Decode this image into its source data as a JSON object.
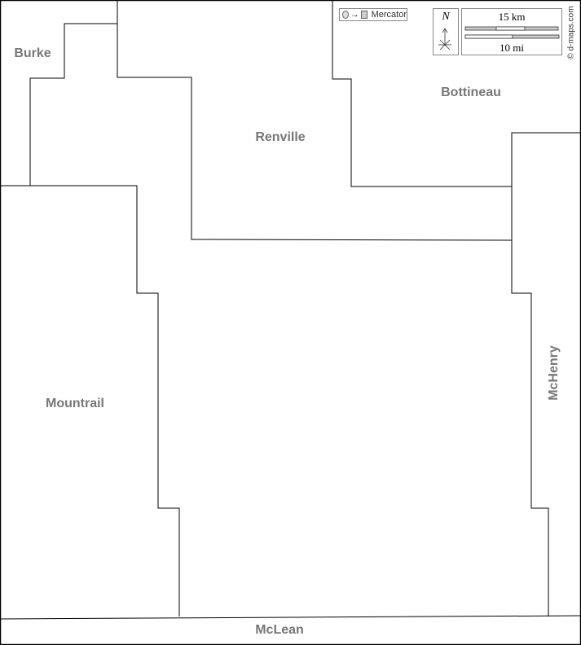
{
  "map": {
    "regions": {
      "burke": "Burke",
      "renville": "Renville",
      "bottineau": "Bottineau",
      "mountrail": "Mountrail",
      "mchenry": "McHenry",
      "mclean": "McLean"
    },
    "projection": "Mercator",
    "scale_km": "15 km",
    "scale_mi": "10 mi",
    "north": "N",
    "credit": "© d-maps.com",
    "colors": {
      "label": "#777777",
      "border": "#000000"
    }
  }
}
